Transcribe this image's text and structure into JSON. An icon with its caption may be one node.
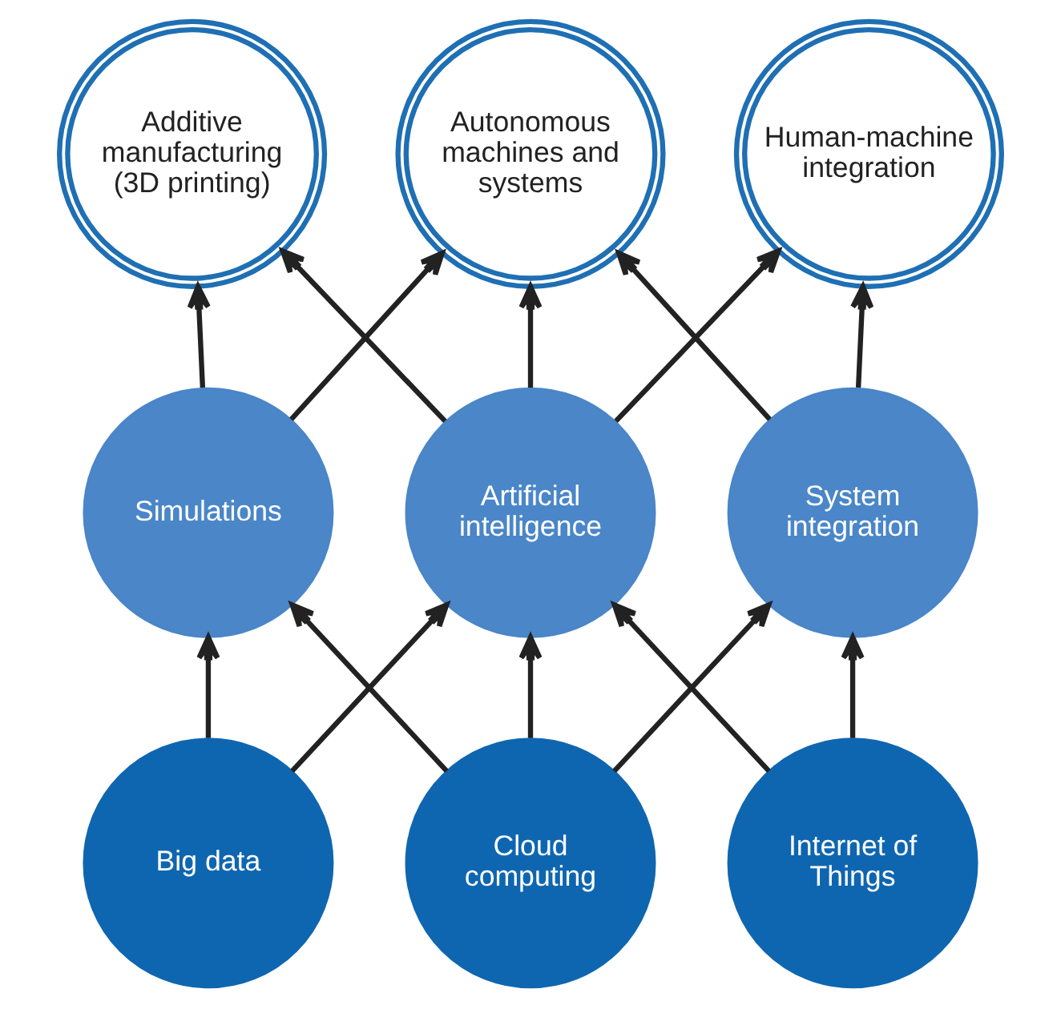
{
  "diagram": {
    "nodes": [
      {
        "text": [
          "Additive manufacturing (3D printing)"
        ]
      },
      {
        "text": [
          "Autonomous machines and systems"
        ]
      },
      {
        "text": [
          "Human-machine integration"
        ]
      },
      {
        "text": [
          "Simulations"
        ]
      },
      {
        "text": [
          "Artificial intelligence"
        ]
      },
      {
        "text": [
          "System integration"
        ]
      },
      {
        "text": [
          "Big data"
        ]
      },
      {
        "text": [
          "Cloud computing"
        ]
      },
      {
        "text": [
          "Internet of Things"
        ]
      }
    ],
    "edges": [
      {
        "from": 3,
        "to": 0,
        "arrow": "to"
      },
      {
        "from": 3,
        "to": 1,
        "arrow": "to"
      },
      {
        "from": 4,
        "to": 0,
        "arrow": "to"
      },
      {
        "from": 4,
        "to": 1,
        "arrow": "to"
      },
      {
        "from": 4,
        "to": 2,
        "arrow": "to"
      },
      {
        "from": 5,
        "to": 1,
        "arrow": "to"
      },
      {
        "from": 5,
        "to": 2,
        "arrow": "to"
      },
      {
        "from": 6,
        "to": 3,
        "arrow": "to"
      },
      {
        "from": 6,
        "to": 4,
        "arrow": "to"
      },
      {
        "from": 7,
        "to": 3,
        "arrow": "to"
      },
      {
        "from": 7,
        "to": 4,
        "arrow": "to"
      },
      {
        "from": 7,
        "to": 5,
        "arrow": "to"
      },
      {
        "from": 8,
        "to": 4,
        "arrow": "to"
      },
      {
        "from": 8,
        "to": 5,
        "arrow": "to"
      }
    ]
  }
}
